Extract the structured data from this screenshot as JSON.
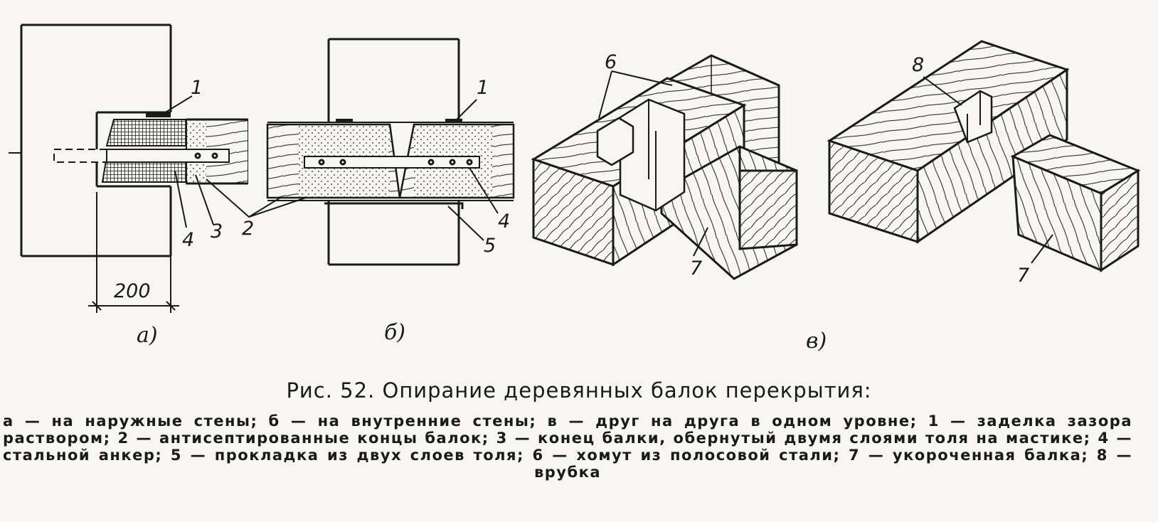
{
  "figure": {
    "subfigures": [
      {
        "id": "a",
        "label": "а)"
      },
      {
        "id": "b",
        "label": "б)"
      },
      {
        "id": "v",
        "label": "в)"
      }
    ],
    "dimension": "200",
    "callouts": {
      "a1": "1",
      "a2": "2",
      "a3": "3",
      "a4": "4",
      "b1": "1",
      "b4": "4",
      "b5": "5",
      "v6": "6",
      "v7": "7",
      "v7b": "7",
      "v8": "8"
    }
  },
  "caption": {
    "title": "Рис. 52. Опирание деревянных балок перекрытия:",
    "body": "а — на наружные стены; б — на внутренние стены; в — друг на друга в одном уровне; 1 — заделка зазора раствором; 2 — антисептированные концы балок; 3 — конец балки, обернутый двумя слоями толя на мастике; 4 — стальной анкер; 5 — прокладка из двух слоев толя; 6 — хомут из полосовой стали; 7 — укороченная балка; 8 — врубка"
  },
  "colors": {
    "ink": "#1a1a1a",
    "paper": "#f7f6f2"
  }
}
